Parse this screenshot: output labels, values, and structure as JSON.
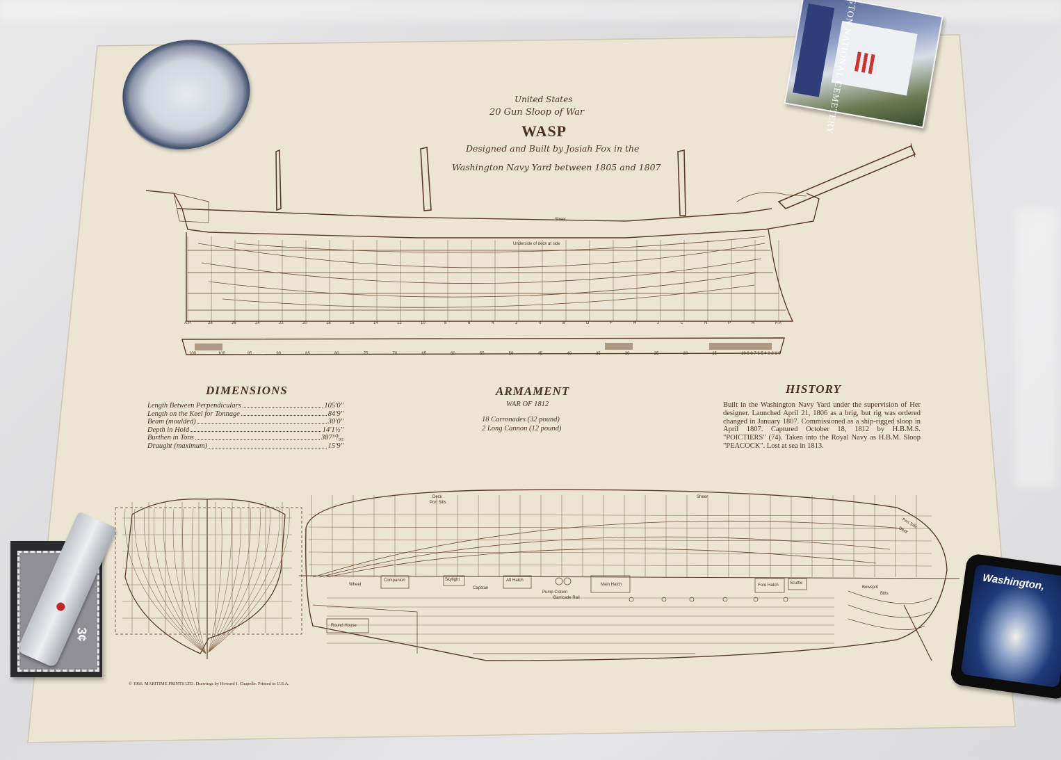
{
  "poster": {
    "header": {
      "line1": "United States",
      "line2": "20 Gun Sloop of War",
      "title": "WASP",
      "line3": "Designed and Built by Josiah Fox in the",
      "line4": "Washington Navy Yard between 1805 and 1807"
    },
    "dimensions": {
      "heading": "DIMENSIONS",
      "rows": [
        {
          "label": "Length Between Perpendiculars",
          "value": "105'0\""
        },
        {
          "label": "Length on the Keel for Tonnage",
          "value": "84'9\""
        },
        {
          "label": "Beam (moulded)",
          "value": "30'0\""
        },
        {
          "label": "Depth in Hold",
          "value": "14'1½\""
        },
        {
          "label": "Burthen in Tons",
          "value": "387³⁰⁄₉₅"
        },
        {
          "label": "Draught (maximum)",
          "value": "15'9\""
        }
      ]
    },
    "armament": {
      "heading": "ARMAMENT",
      "subheading": "WAR OF 1812",
      "items": [
        "18 Carronades (32 pound)",
        "2 Long Cannon (12 pound)"
      ]
    },
    "history": {
      "heading": "HISTORY",
      "text": "Built in the Washington Navy Yard under the supervision of Her designer. Launched April 21, 1806 as a brig, but rig was ordered changed in January 1807. Commissioned as a ship-rigged sloop in April 1807. Captured October 18, 1812 by H.B.M.S. \"POICTIERS\" (74). Taken into the Royal Navy as H.B.M. Sloop \"PEACOCK\". Lost at sea in 1813."
    },
    "profile_labels": {
      "sheer": "Sheer",
      "underside": "Underside of deck at side"
    },
    "station_labels": [
      "A.P.",
      "28",
      "26",
      "24",
      "22",
      "20",
      "18",
      "16",
      "14",
      "12",
      "10",
      "8",
      "6",
      "4",
      "2",
      "0",
      "B",
      "D",
      "F",
      "H",
      "J",
      "L",
      "N",
      "P",
      "R",
      "F.P."
    ],
    "scale_labels": [
      "100",
      "100",
      "95",
      "90",
      "85",
      "80",
      "75",
      "70",
      "65",
      "60",
      "55",
      "50",
      "45",
      "40",
      "35",
      "30",
      "25",
      "20",
      "15",
      "10 9 8 7 6 5 4 3 2 1 0"
    ],
    "plan_labels": {
      "deck": "Deck",
      "port_sills": "Port Sills",
      "sheer": "Sheer",
      "port_sills_fwd": "Port Sills",
      "deck_fwd": "Deck",
      "wheel": "Wheel",
      "companion": "Companion",
      "skylight": "Skylight",
      "capstan": "Capstan",
      "aft_hatch": "Aft Hatch",
      "pump_cistern": "Pump Cistern",
      "barricade_rail": "Barricade Rail",
      "main_hatch": "Main Hatch",
      "fore_hatch": "Fore Hatch",
      "scuttle": "Scuttle",
      "bowsprit_bitts_1": "Bowsprit",
      "bowsprit_bitts_2": "Bitts",
      "round_house": "Round House"
    },
    "footer": "© 1966. MARITIME PRINTS LTD. Drawings by Howard I. Chapelle. Printed in U.S.A."
  },
  "objects": {
    "magnet_book_text": "ARLINGTON NATIONAL CEMETERY",
    "stamp_value": "3¢",
    "tin_text": "Washington,"
  },
  "colors": {
    "paper": "#ece5d3",
    "ink": "#5b3a25",
    "background": "#e2e2e4"
  }
}
